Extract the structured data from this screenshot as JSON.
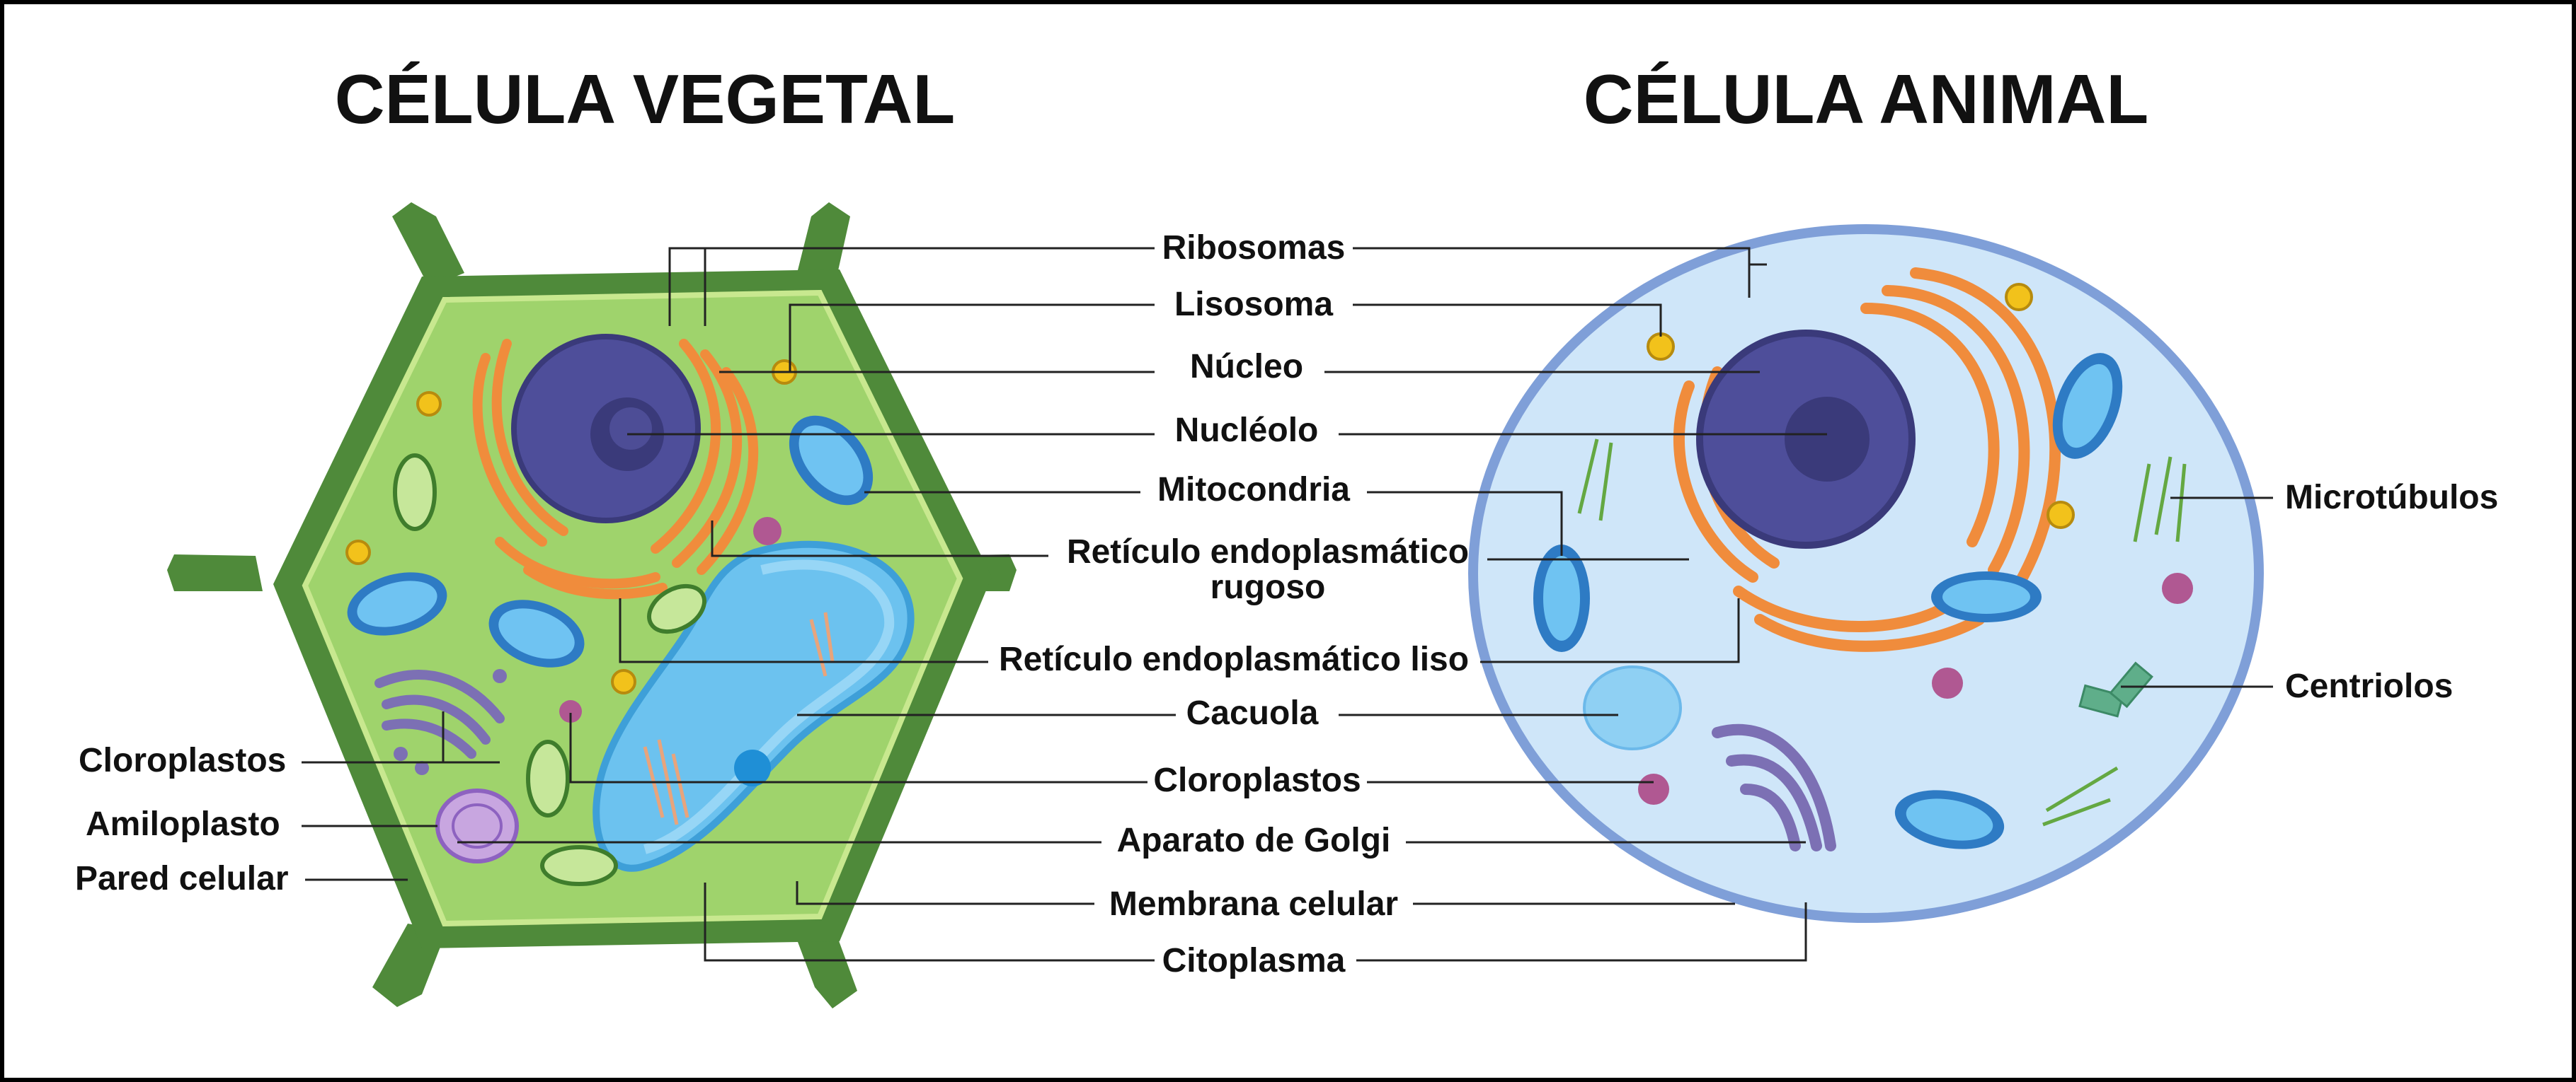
{
  "titles": {
    "plant": "CÉLULA VEGETAL",
    "animal": "CÉLULA ANIMAL"
  },
  "labels": {
    "ribosomas": "Ribosomas",
    "lisosoma": "Lisosoma",
    "nucleo": "Núcleo",
    "nucleolo": "Nucléolo",
    "mitocondria": "Mitocondria",
    "rer_line1": "Retículo endoplasmático",
    "rer_line2": "rugoso",
    "rel": "Retículo endoplasmático liso",
    "cacuola": "Cacuola",
    "cloroplastos_center": "Cloroplastos",
    "golgi": "Aparato de Golgi",
    "membrana": "Membrana celular",
    "citoplasma": "Citoplasma",
    "cloroplastos_left": "Cloroplastos",
    "amiloplasto": "Amiloplasto",
    "pared": "Pared celular",
    "microtubulos": "Microtúbulos",
    "centriolos": "Centriolos"
  },
  "colors": {
    "cell_wall": "#4f8a3a",
    "plant_cytoplasm": "#9fd36c",
    "animal_membrane": "#7f9fd8",
    "animal_cytoplasm": "#cfe6f9",
    "nucleus": "#4e4e9a",
    "er": "#f08c3c",
    "mitochondria": "#2e7bc4",
    "vacuole": "#6cc2ef",
    "golgi": "#7c70b4",
    "lysosome": "#f2c21b"
  }
}
